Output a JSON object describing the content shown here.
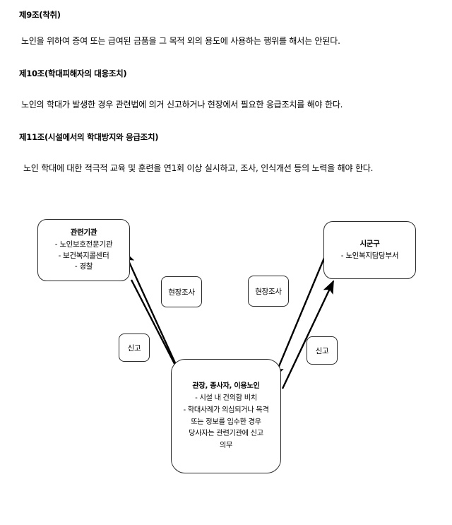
{
  "document": {
    "sections": [
      {
        "heading": "제9조(착취)",
        "paragraph": "노인을 위하여 증여 또는 급여된 금품을 그 목적 외의 용도에 사용하는 행위를 해서는 안된다."
      },
      {
        "heading": "제10조(학대피해자의 대응조치)",
        "paragraph": "노인의 학대가 발생한 경우 관련법에 의거 신고하거나 현장에서 필요한 응급조치를 해야 한다."
      },
      {
        "heading": "제11조(시설에서의 학대방지와 응급조치)",
        "paragraph": "노인 학대에 대한 적극적 교육 및 훈련을 연1회 이상 실시하고, 조사, 인식개선 등의 노력을 해야 한다."
      }
    ]
  },
  "diagram": {
    "nodes": {
      "related_agency": {
        "title": "관련기관",
        "lines": [
          "- 노인보호전문기관",
          "- 보건복지콜센터",
          "- 경찰"
        ]
      },
      "city_county": {
        "title": "시군구",
        "lines": [
          "- 노인복지담당부서"
        ]
      },
      "facility": {
        "title": "관장, 종사자, 이용노인",
        "lines": [
          "- 시설 내 건의함 비치",
          "- 학대사례가 의심되거나 목격",
          "또는 정보를 입수한 경우",
          "당사자는 관련기관에 신고",
          "의무"
        ]
      }
    },
    "edge_labels": {
      "survey_left": "현장조사",
      "survey_right": "현장조사",
      "report_left": "신고",
      "report_right": "신고"
    },
    "colors": {
      "stroke": "#2a2a2a",
      "arrow": "#000000",
      "background": "#ffffff"
    }
  }
}
